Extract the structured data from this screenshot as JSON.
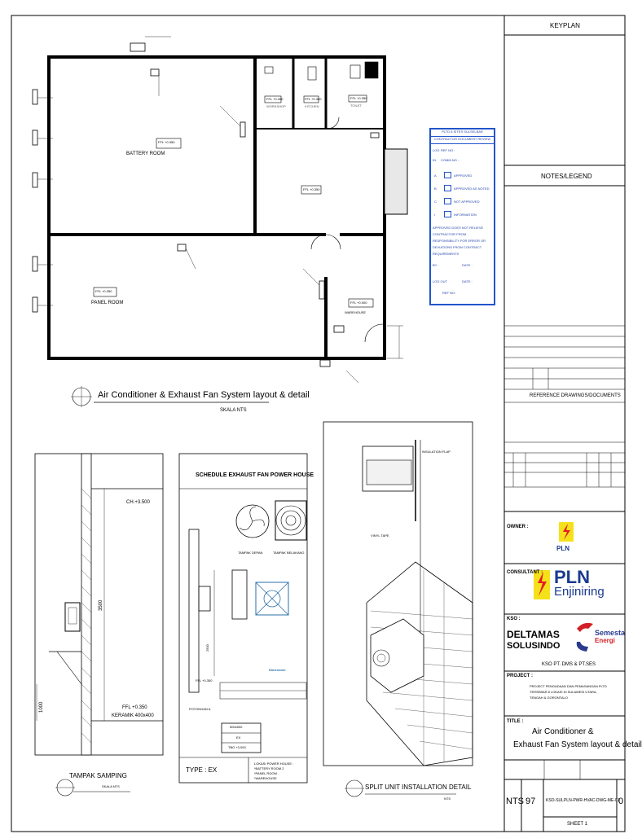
{
  "titleblock": {
    "keyplan": "KEYPLAN",
    "notes_legend": "NOTES/LEGEND",
    "reference_drawings": "REFERENCE DRAWINGS/DOCUMENTS",
    "owner_label": "OWNER :",
    "consultant_label": "CONSULTANT :",
    "kso_label": "KSO :",
    "kso_value": "KSO PT. DMS & PT.SES",
    "project_label": "PROJECT :",
    "project_line1": "PROJECT PENGADAAN DAN PEMASANGAN PLTD",
    "project_line2": "TERSEBAR 8 LOKASI DI SULAWESI UTARA,",
    "project_line3": "TENGAH & GORONTALO",
    "title_label": "TITLE :",
    "title_line1": "Air Conditioner &",
    "title_line2": "Exhaust Fan System layout & detail",
    "scale": "NTS",
    "project_no": "97",
    "drawing_no": "KSO-SULPLN-PWR-HVAC-DWG-ME-01",
    "sheet": "SHEET 1",
    "revision": "0"
  },
  "logos": {
    "pln": "PLN",
    "pln_enjiniring_1": "PLN",
    "pln_enjiniring_2": "Enjiniring",
    "deltamas_1": "DELTAMAS",
    "deltamas_2": "SOLUSINDO",
    "semesta_1": "Semesta",
    "semesta_2": "Energi"
  },
  "review_stamp": {
    "header1": "PLTD 8 SITES SULSELBAR",
    "header2": "CONTRACTOR DOCUMENT REVIEW",
    "log": "LOG",
    "ref_no": "REF NO :",
    "in": "IN",
    "comm_no": "COMM NO :",
    "codes": [
      "A",
      "B",
      "C",
      "I"
    ],
    "options": [
      "APPROVED",
      "APPROVED AS NOTED",
      "NOT APPROVED",
      "INFORMATION"
    ],
    "disclaimer1": "APPROVED DOES NOT RELIEVE",
    "disclaimer2": "CONTRACTOR FROM",
    "disclaimer3": "RESPONSIBILITY FOR ERROR OR",
    "disclaimer4": "DEVIATIONS FROM CONTRACT",
    "disclaimer5": "REQUIREMENTS",
    "by": "BY :",
    "date": "DATE :",
    "log_out": "LOG OUT",
    "ref_no2": "REF NO :"
  },
  "plan": {
    "battery_room": "BATTERY ROOM",
    "panel_room": "PANEL ROOM",
    "warehouse": "WAREHOUSE",
    "workshop": "WORKSHOP",
    "kitchen": "KITCHEN",
    "toilet": "TOILET",
    "ffl_battery": "FFL +0.350",
    "ffl_panel": "FFL +0.350",
    "ffl_warehouse": "FFL +0.000",
    "ffl_corridor": "FFL +0.350",
    "ffl_workshop": "FFL +0.350",
    "ffl_kitchen": "FFL +0.350",
    "ffl_toilet": "FFL +0.350",
    "title": "Air Conditioner & Exhaust Fan System layout & detail",
    "skala": "SKALA  NTS"
  },
  "side_view": {
    "title": "TAMPAK SAMPING",
    "skala": "SKALA  NTS",
    "ch": "CH.+3.500",
    "height": "3500",
    "low": "1000",
    "ffl": "FFL +0.350",
    "keramik": "KERAMIK 400x400"
  },
  "exhaust": {
    "schedule_title": "SCHEDULE EXHAUST FAN POWER HOUSE",
    "front": "TAMPAK DEPAN",
    "back": "TAMPAK BELAKANG",
    "dimension": "Dimension",
    "dim_value": "2500",
    "ffl": "FFL +0.350",
    "potongan": "POTONGAN A",
    "size": "500x500",
    "ex": "EX",
    "tbo": "TBO +3.000",
    "type": "TYPE : EX",
    "loc1": "LOKASI POWER HOUSE :",
    "loc2": "*BATTERY ROOM 2",
    "loc3": "*PANEL ROOM",
    "loc4": "*WAREHOUSE"
  },
  "split": {
    "title": "SPLIT UNIT INSTALLATION DETAIL",
    "skala": "NTS",
    "insulation": "INSULATION FLAP",
    "vinyl": "VINYL TAPE"
  }
}
